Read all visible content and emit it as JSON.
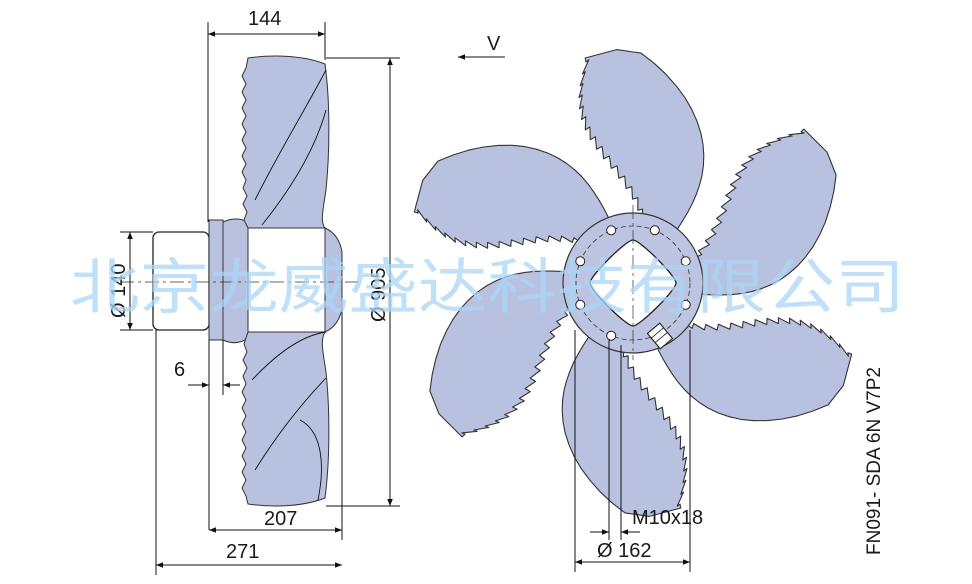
{
  "dimensions": {
    "hub_width": "144",
    "fan_diameter": "Ø 905",
    "motor_diameter": "Ø 140",
    "offset": "6",
    "depth_207": "207",
    "depth_271": "271",
    "bolt_thread": "M10x18",
    "bolt_circle": "Ø 162"
  },
  "airflow_label": "V",
  "model_code": "FN091- SDA 6N V7P2",
  "watermark": "北京龙威盛达科技有限公司",
  "colors": {
    "blade_fill": "#b9c1e0",
    "outline": "#333333",
    "watermark": "#a9d6f5"
  }
}
